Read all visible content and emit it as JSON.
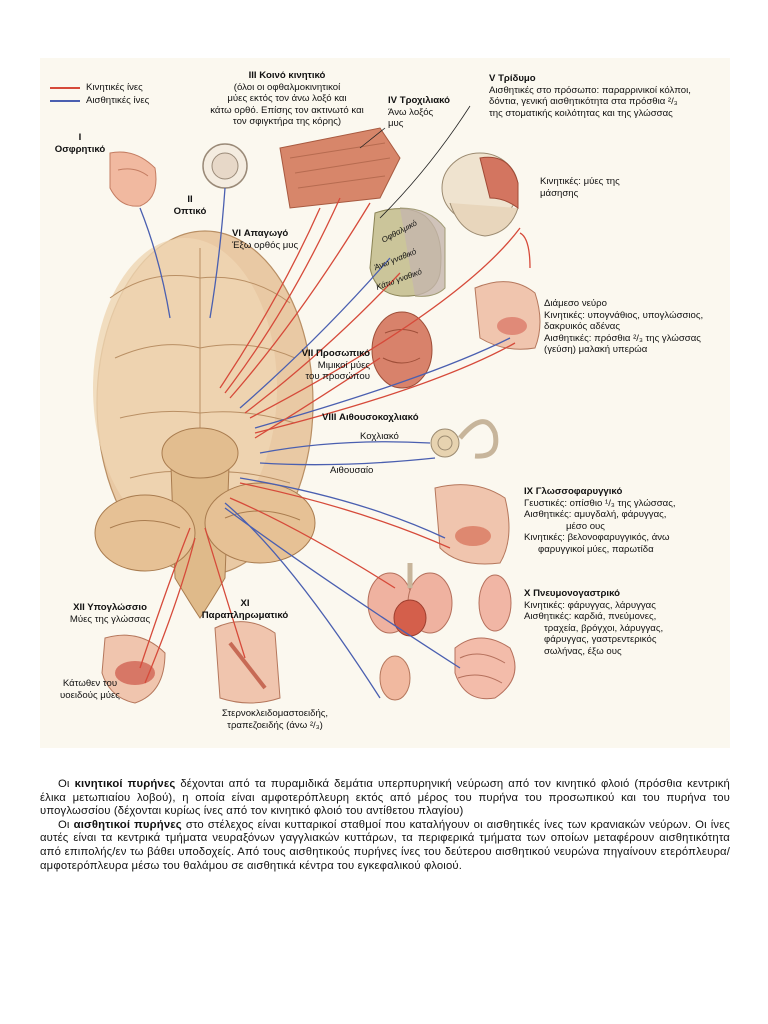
{
  "legend": {
    "motor": "Κινητικές ίνες",
    "sensory": "Αισθητικές ίνες",
    "motor_color": "#d64a3a",
    "sensory_color": "#4a5fb0"
  },
  "nerves": {
    "n1": {
      "title": "Ι",
      "title2": "Οσφρητικό"
    },
    "n2": {
      "title": "ΙΙ",
      "title2": "Οπτικό"
    },
    "n3": {
      "title": "ΙΙΙ  Κοινό κινητικό",
      "desc": [
        "(όλοι οι οφθαλμοκινητικοί",
        "μύες εκτός τον άνω λοξό και",
        "κάτω ορθό. Επίσης τον ακτινωτό και",
        "τον σφιγκτήρα της κόρης)"
      ]
    },
    "n4": {
      "title": "IV Τροχιλιακό",
      "desc": [
        "Άνω λοξός",
        "μυς"
      ]
    },
    "n5": {
      "title": "V Τρίδυμο",
      "desc": [
        "Αισθητικές στο πρόσωπο: παραρρινικοί κόλποι,",
        "δόντια, γενική αισθητικότητα στα πρόσθια ²/₃",
        "της στοματικής κοιλότητας και της γλώσσας"
      ],
      "branch_1": "Οφθαλμικό",
      "branch_2": "Άνω γναθικό",
      "branch_3": "Κάτω γναθικό",
      "motor": [
        "Κινητικές: μύες της",
        "μάσησης"
      ]
    },
    "n6": {
      "title": "VI Απαγωγό",
      "desc": [
        "Έξω ορθός μυς"
      ]
    },
    "n7": {
      "title": "VII Προσωπικό",
      "desc": [
        "Μιμικοί μύες",
        "του προσώπου"
      ],
      "intermediate": [
        "Διάμεσο νεύρο",
        "Κινητικές: υπογνάθιος, υπογλώσσιος,",
        "δακρυικός αδένας",
        "Αισθητικές: πρόσθια ²/₃ της γλώσσας",
        "(γεύση) μαλακή υπερώα"
      ]
    },
    "n8": {
      "title": "VIII Αιθουσοκοχλιακό",
      "cochlear": "Κοχλιακό",
      "vestibular": "Αιθουσαίο"
    },
    "n9": {
      "title": "IX Γλωσσοφαρυγγικό",
      "desc": [
        "Γευστικές: οπίσθιο ¹/₃ της γλώσσας,",
        "Αισθητικές: αμυγδαλή, φάρυγγας,",
        "μέσο ους",
        "Κινητικές: βελονοφαρυγγικός, άνω",
        "φαρυγγικοί μύες, παρωτίδα"
      ]
    },
    "n10": {
      "title": "Χ Πνευμονογαστρικό",
      "desc": [
        "Κινητικές: φάρυγγας, λάρυγγας",
        "Αισθητικές: καρδιά, πνεύμονες,",
        "τραχεία, βρόγχοι, λάρυγγας,",
        "φάρυγγας, γαστρεντερικός",
        "σωλήνας, έξω ους"
      ]
    },
    "n11": {
      "title": "ΧΙ",
      "title2": "Παραπληρωματικό",
      "desc": [
        "Στερνοκλειδομαστοειδής,",
        "τραπεζοειδής (άνω ²/₃)"
      ]
    },
    "n12": {
      "title": "ΧΙΙ Υπογλώσσιο",
      "desc": [
        "Μύες της γλώσσας"
      ],
      "extra": [
        "Κάτωθεν του",
        "υοειδούς μύες"
      ]
    }
  },
  "body_text": {
    "p1_lead": "Οι ",
    "p1_bold": "κινητικοί πυρήνες",
    "p1_rest": " δέχονται από τα πυραμιδικά δεμάτια υπερπυρηνική νεύρωση από τον κινητικό φλοιό (πρόσθια κεντρική έλικα μετωπιαίου λοβού), η οποία είναι αμφοτερόπλευρη εκτός από μέρος του πυρήνα του προσωπικού και του πυρήνα του υπογλωσσίου (δέχονται κυρίως ίνες από τον κινητικό φλοιό του αντίθετου πλαγίου)",
    "p2_lead": "Οι ",
    "p2_bold": "αισθητικοί πυρήνες",
    "p2_rest": " στο στέλεχος είναι κυτταρικοί σταθμοί που καταλήγουν οι αισθητικές ίνες των κρανιακών νεύρων. Οι ίνες αυτές είναι τα κεντρικά τμήματα νευραξόνων γαγγλιακών κυττάρων, τα περιφερικά τμήματα των οποίων μεταφέρουν αισθητικότητα από επιπολής/εν τω βάθει υποδοχείς. Από τους αισθητικούς πυρήνες ίνες του δεύτερου αισθητικού νευρώνα πηγαίνουν ετερόπλευρα/αμφοτερόπλευρα μέσω του θαλάμου σε αισθητικά κέντρα του εγκεφαλικού φλοιού."
  }
}
